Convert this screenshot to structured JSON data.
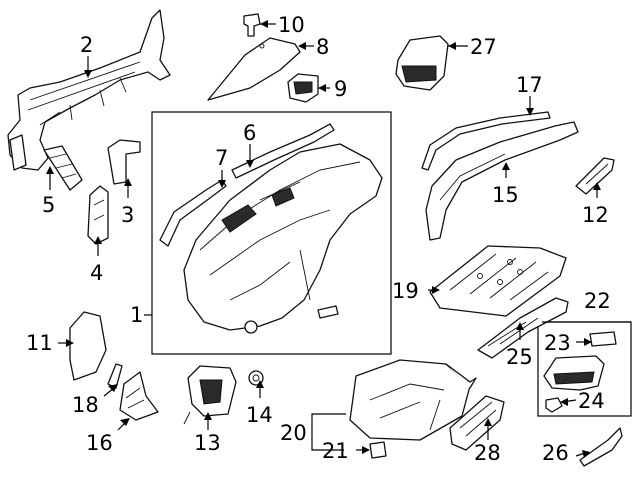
{
  "callouts": [
    {
      "id": "1",
      "text": "1"
    },
    {
      "id": "2",
      "text": "2"
    },
    {
      "id": "3",
      "text": "3"
    },
    {
      "id": "4",
      "text": "4"
    },
    {
      "id": "5",
      "text": "5"
    },
    {
      "id": "6",
      "text": "6"
    },
    {
      "id": "7",
      "text": "7"
    },
    {
      "id": "8",
      "text": "8"
    },
    {
      "id": "9",
      "text": "9"
    },
    {
      "id": "10",
      "text": "10"
    },
    {
      "id": "11",
      "text": "11"
    },
    {
      "id": "12",
      "text": "12"
    },
    {
      "id": "13",
      "text": "13"
    },
    {
      "id": "14",
      "text": "14"
    },
    {
      "id": "15",
      "text": "15"
    },
    {
      "id": "16",
      "text": "16"
    },
    {
      "id": "17",
      "text": "17"
    },
    {
      "id": "18",
      "text": "18"
    },
    {
      "id": "19",
      "text": "19"
    },
    {
      "id": "20",
      "text": "20"
    },
    {
      "id": "21",
      "text": "21"
    },
    {
      "id": "22",
      "text": "22"
    },
    {
      "id": "23",
      "text": "23"
    },
    {
      "id": "24",
      "text": "24"
    },
    {
      "id": "25",
      "text": "25"
    },
    {
      "id": "26",
      "text": "26"
    },
    {
      "id": "27",
      "text": "27"
    },
    {
      "id": "28",
      "text": "28"
    }
  ]
}
